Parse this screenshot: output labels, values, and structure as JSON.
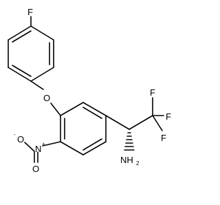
{
  "molecule": {
    "atoms": {
      "f_para": "F",
      "o_ether": "O",
      "n_nitro": "N",
      "nitro_o1": "O",
      "nitro_o2": "O",
      "cf3_f1": "F",
      "cf3_f2": "F",
      "cf3_f3": "F",
      "amine": "NH",
      "amine_sub": "2",
      "nitro_plus": "+",
      "nitro_minus": "-"
    }
  }
}
